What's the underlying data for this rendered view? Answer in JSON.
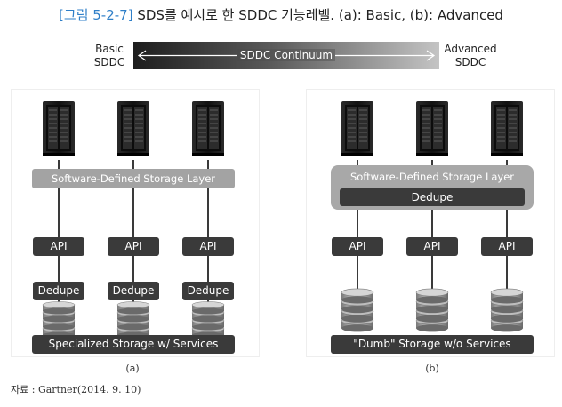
{
  "title": {
    "tag": "[그림 5-2-7]",
    "text": " SDS를 예시로 한 SDDC 기능레벨. (a): Basic, (b): Advanced"
  },
  "continuum": {
    "left_label_line1": "Basic",
    "left_label_line2": "SDDC",
    "right_label_line1": "Advanced",
    "right_label_line2": "SDDC",
    "bar_label": "SDDC Continuum",
    "arrow_glyph": "⟵ ⟶"
  },
  "panel_a": {
    "layer_label": "Software-Defined Storage Layer",
    "api_labels": [
      "API",
      "API",
      "API"
    ],
    "dedupe_labels": [
      "Dedupe",
      "Dedupe",
      "Dedupe"
    ],
    "storage_label": "Specialized Storage w/ Services",
    "caption": "(a)"
  },
  "panel_b": {
    "layer_label": "Software-Defined Storage Layer",
    "dedupe_label": "Dedupe",
    "api_labels": [
      "API",
      "API",
      "API"
    ],
    "storage_label": "\"Dumb\" Storage w/o Services",
    "caption": "(b)"
  },
  "source": "자료 : Gartner(2014. 9. 10)",
  "colors": {
    "accent": "#2f7fc8",
    "dark": "#3a3a3a",
    "gray": "#a3a3a3"
  },
  "icons": [
    "server-rack-icon",
    "database-stack-icon",
    "double-arrow-icon"
  ]
}
